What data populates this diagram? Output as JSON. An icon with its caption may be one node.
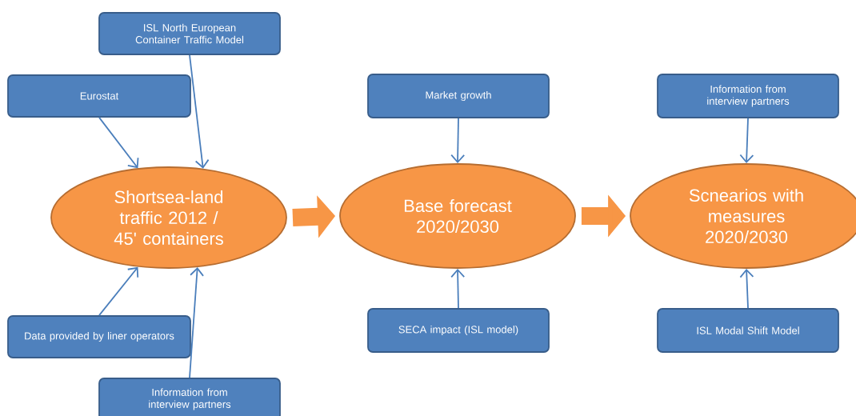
{
  "diagram": {
    "nodes": [
      {
        "text": [
          "ISL North European Container Traffic Model"
        ]
      },
      {
        "text": [
          "Eurostat"
        ]
      },
      {
        "text": [
          "Shortsea-land traffic 2012 / 45' containers"
        ]
      },
      {
        "text": [
          "Data provided by liner operators"
        ]
      },
      {
        "text": [
          "Information from interview partners"
        ]
      },
      {
        "text": [
          "Market growth"
        ]
      },
      {
        "text": [
          "Base forecast 2020/2030"
        ]
      },
      {
        "text": [
          "SECA impact (ISL model)"
        ]
      },
      {
        "text": [
          "Information from interview partners"
        ]
      },
      {
        "text": [
          "Scnearios with measures 2020/2030"
        ]
      },
      {
        "text": [
          "ISL Modal Shift Model"
        ]
      }
    ],
    "edges": [
      {
        "from": 1,
        "to": 2,
        "arrow": "to"
      },
      {
        "from": 0,
        "to": 2,
        "arrow": "to"
      },
      {
        "from": 3,
        "to": 2,
        "arrow": "to"
      },
      {
        "from": 4,
        "to": 2,
        "arrow": "to"
      },
      {
        "from": 2,
        "to": 6,
        "arrow": "to",
        "style": "thick",
        "color": "#f79646"
      },
      {
        "from": 5,
        "to": 6,
        "arrow": "to"
      },
      {
        "from": 7,
        "to": 6,
        "arrow": "to"
      },
      {
        "from": 6,
        "to": 9,
        "arrow": "to",
        "style": "thick",
        "color": "#f79646"
      },
      {
        "from": 8,
        "to": 9,
        "arrow": "to"
      },
      {
        "from": 10,
        "to": 9,
        "arrow": "to"
      }
    ]
  }
}
